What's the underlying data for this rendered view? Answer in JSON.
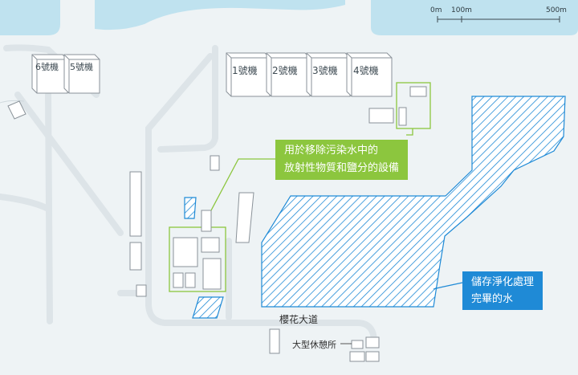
{
  "scale": {
    "ticks": [
      "0m",
      "100m",
      "500m"
    ]
  },
  "units": [
    {
      "label": "6號機"
    },
    {
      "label": "5號機"
    },
    {
      "label": "1號機"
    },
    {
      "label": "2號機"
    },
    {
      "label": "3號機"
    },
    {
      "label": "4號機"
    }
  ],
  "callouts": {
    "treatment_facility": {
      "line1": "用於移除污染水中的",
      "line2": "放射性物質和鹽分的設備"
    },
    "treated_water": {
      "line1": "儲存淨化處理",
      "line2": "完畢的水"
    }
  },
  "labels": {
    "sakura_road": "櫻花大道",
    "rest_house": "大型休憩所"
  },
  "colors": {
    "sea": "#bfe2ef",
    "ground": "#eef3f5",
    "road": "#dde4e8",
    "building_fill": "#ffffff",
    "building_stroke": "#8a9299",
    "treatment_green": "#8cc63e",
    "storage_hatch": "#1f8ad6"
  }
}
